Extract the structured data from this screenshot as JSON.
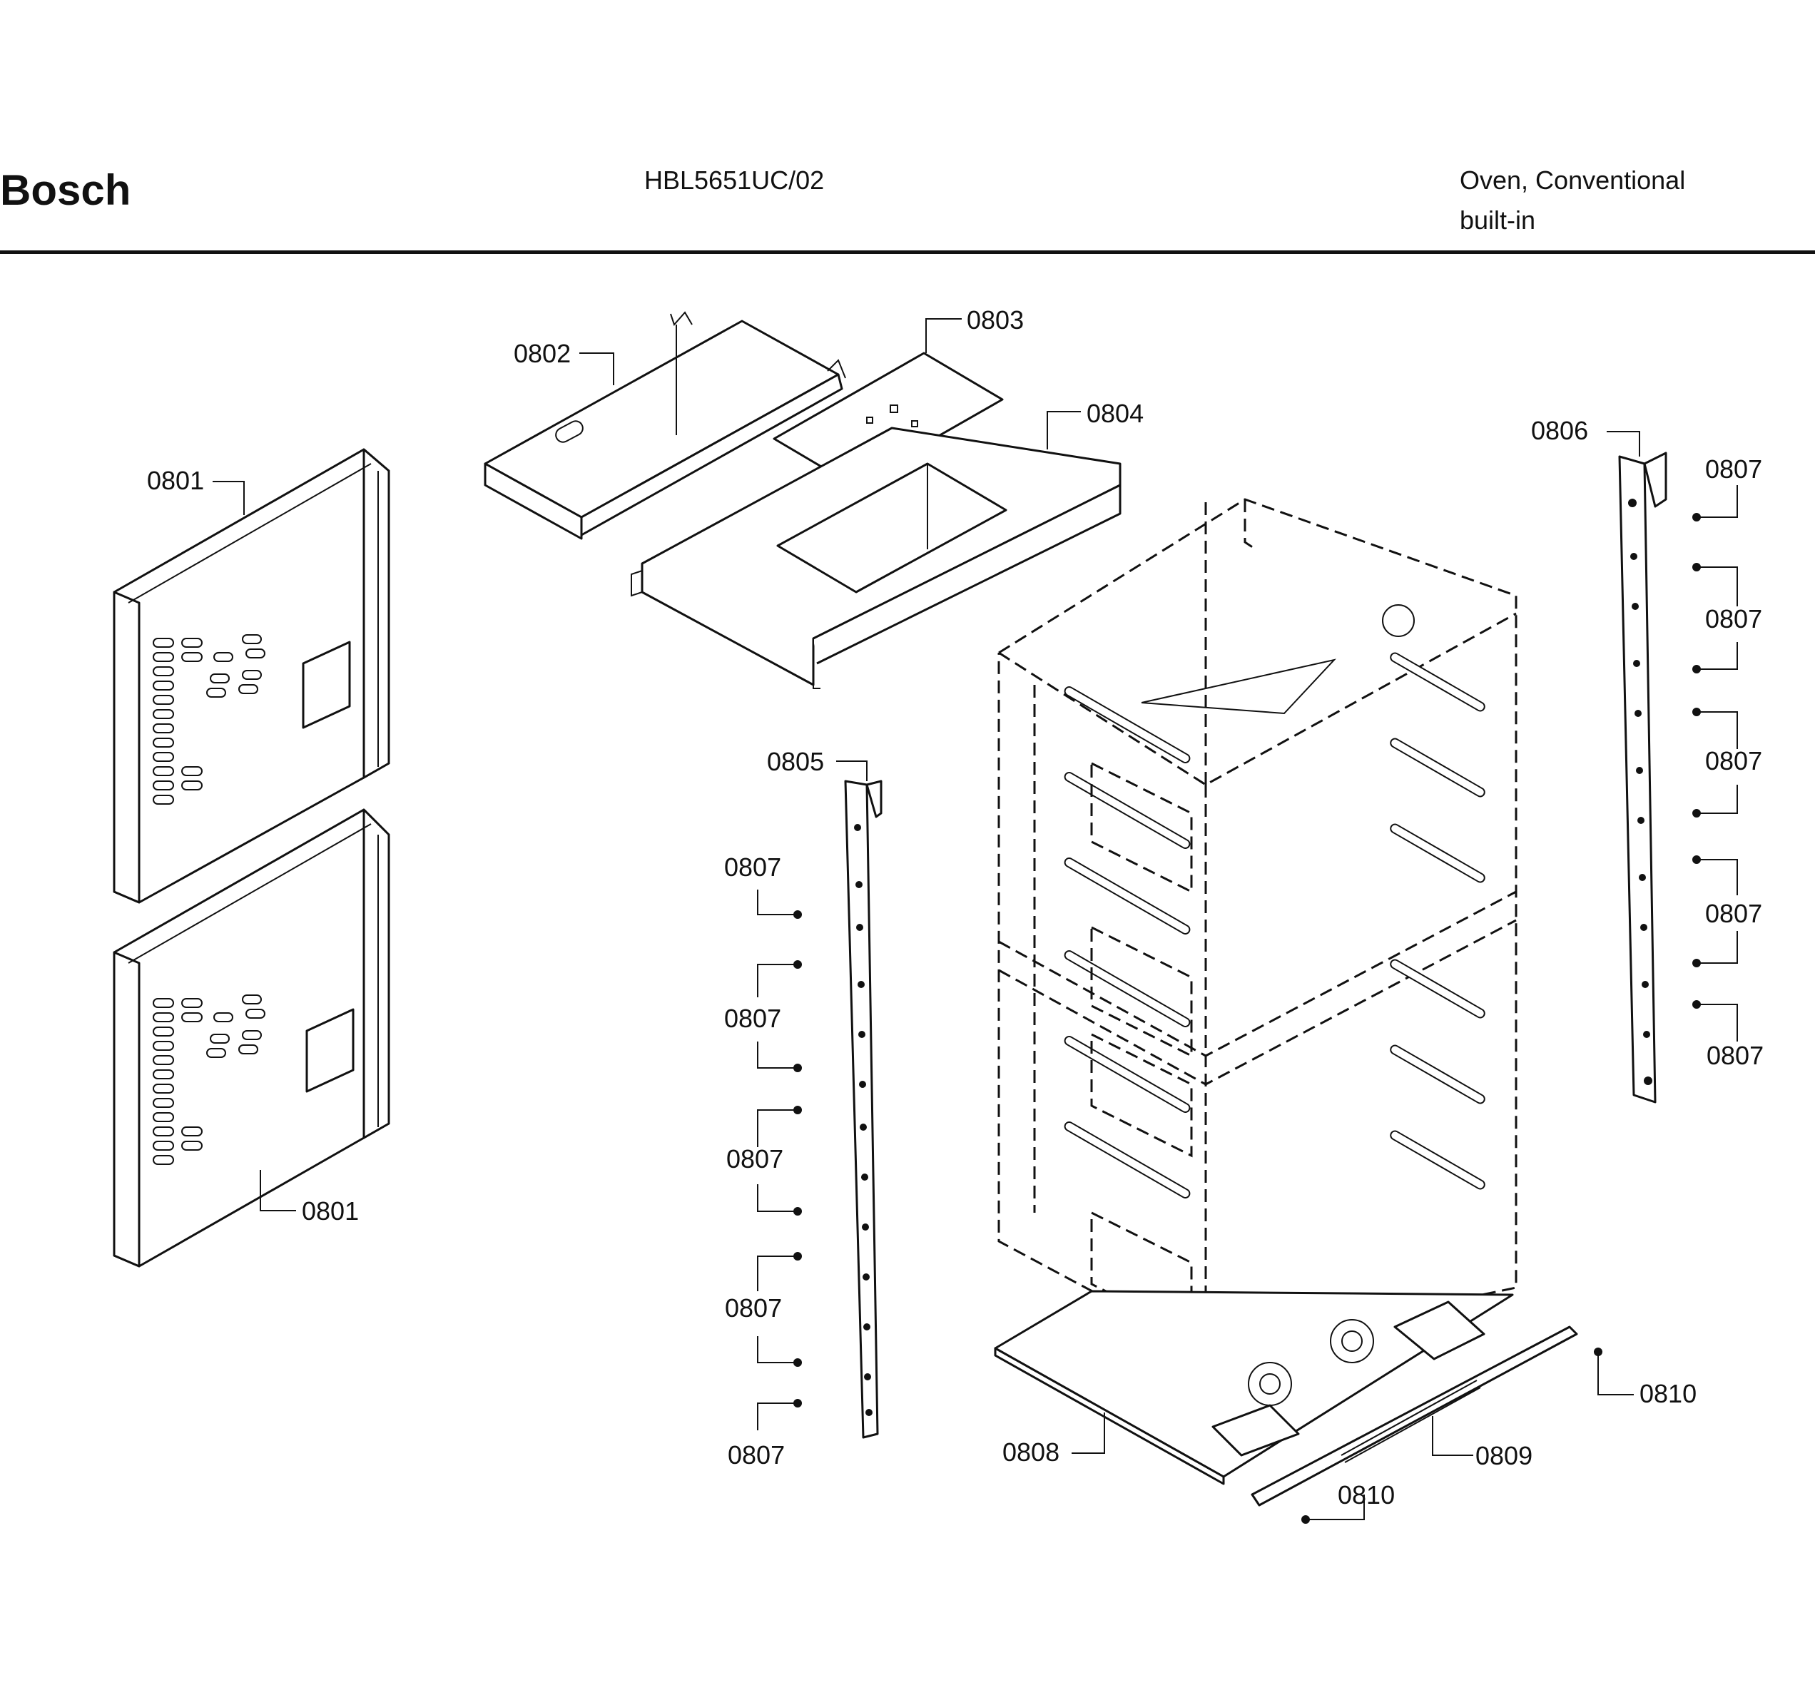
{
  "header": {
    "brand": "Bosch",
    "model": "HBL5651UC/02",
    "description_line1": "Oven, Conventional",
    "description_line2": "built-in"
  },
  "callouts": {
    "c0801_top": "0801",
    "c0801_bottom": "0801",
    "c0802": "0802",
    "c0803": "0803",
    "c0804": "0804",
    "c0805": "0805",
    "c0806": "0806",
    "c0807_l1": "0807",
    "c0807_l2": "0807",
    "c0807_l3": "0807",
    "c0807_l4": "0807",
    "c0807_l5": "0807",
    "c0807_r1": "0807",
    "c0807_r2": "0807",
    "c0807_r3": "0807",
    "c0807_r4": "0807",
    "c0807_r5": "0807",
    "c0808": "0808",
    "c0809": "0809",
    "c0810_right": "0810",
    "c0810_bottom": "0810"
  }
}
